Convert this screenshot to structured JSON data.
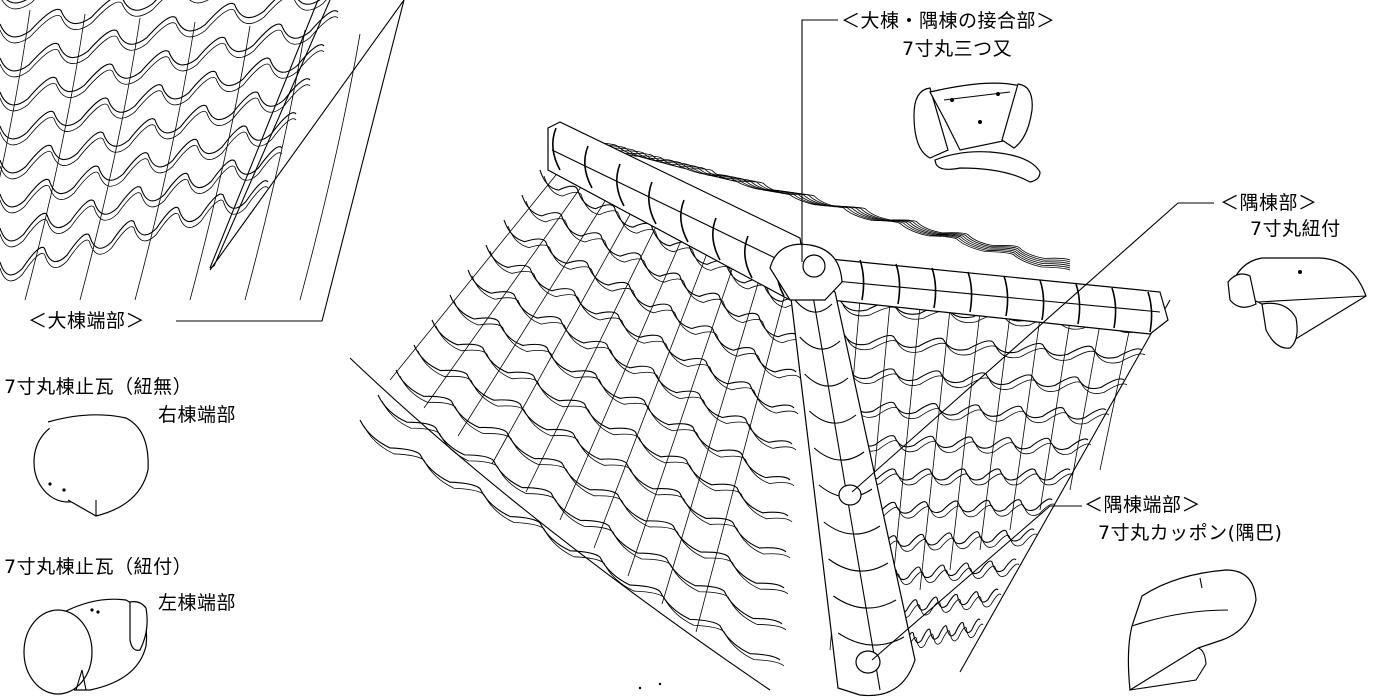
{
  "labels": {
    "joint_title": "＜大棟・隅棟の接合部＞",
    "joint_part": "7寸丸三つ又",
    "hip_title": "＜隅棟部＞",
    "hip_part": "7寸丸紐付",
    "main_end_title": "＜大棟端部＞",
    "stop_no_cord": "7寸丸棟止瓦（紐無）",
    "right_end": "右棟端部",
    "stop_cord": "7寸丸棟止瓦（紐付）",
    "left_end": "左棟端部",
    "hip_end_title": "＜隅棟端部＞",
    "hip_end_part": "7寸丸カッポン(隅巴)"
  }
}
